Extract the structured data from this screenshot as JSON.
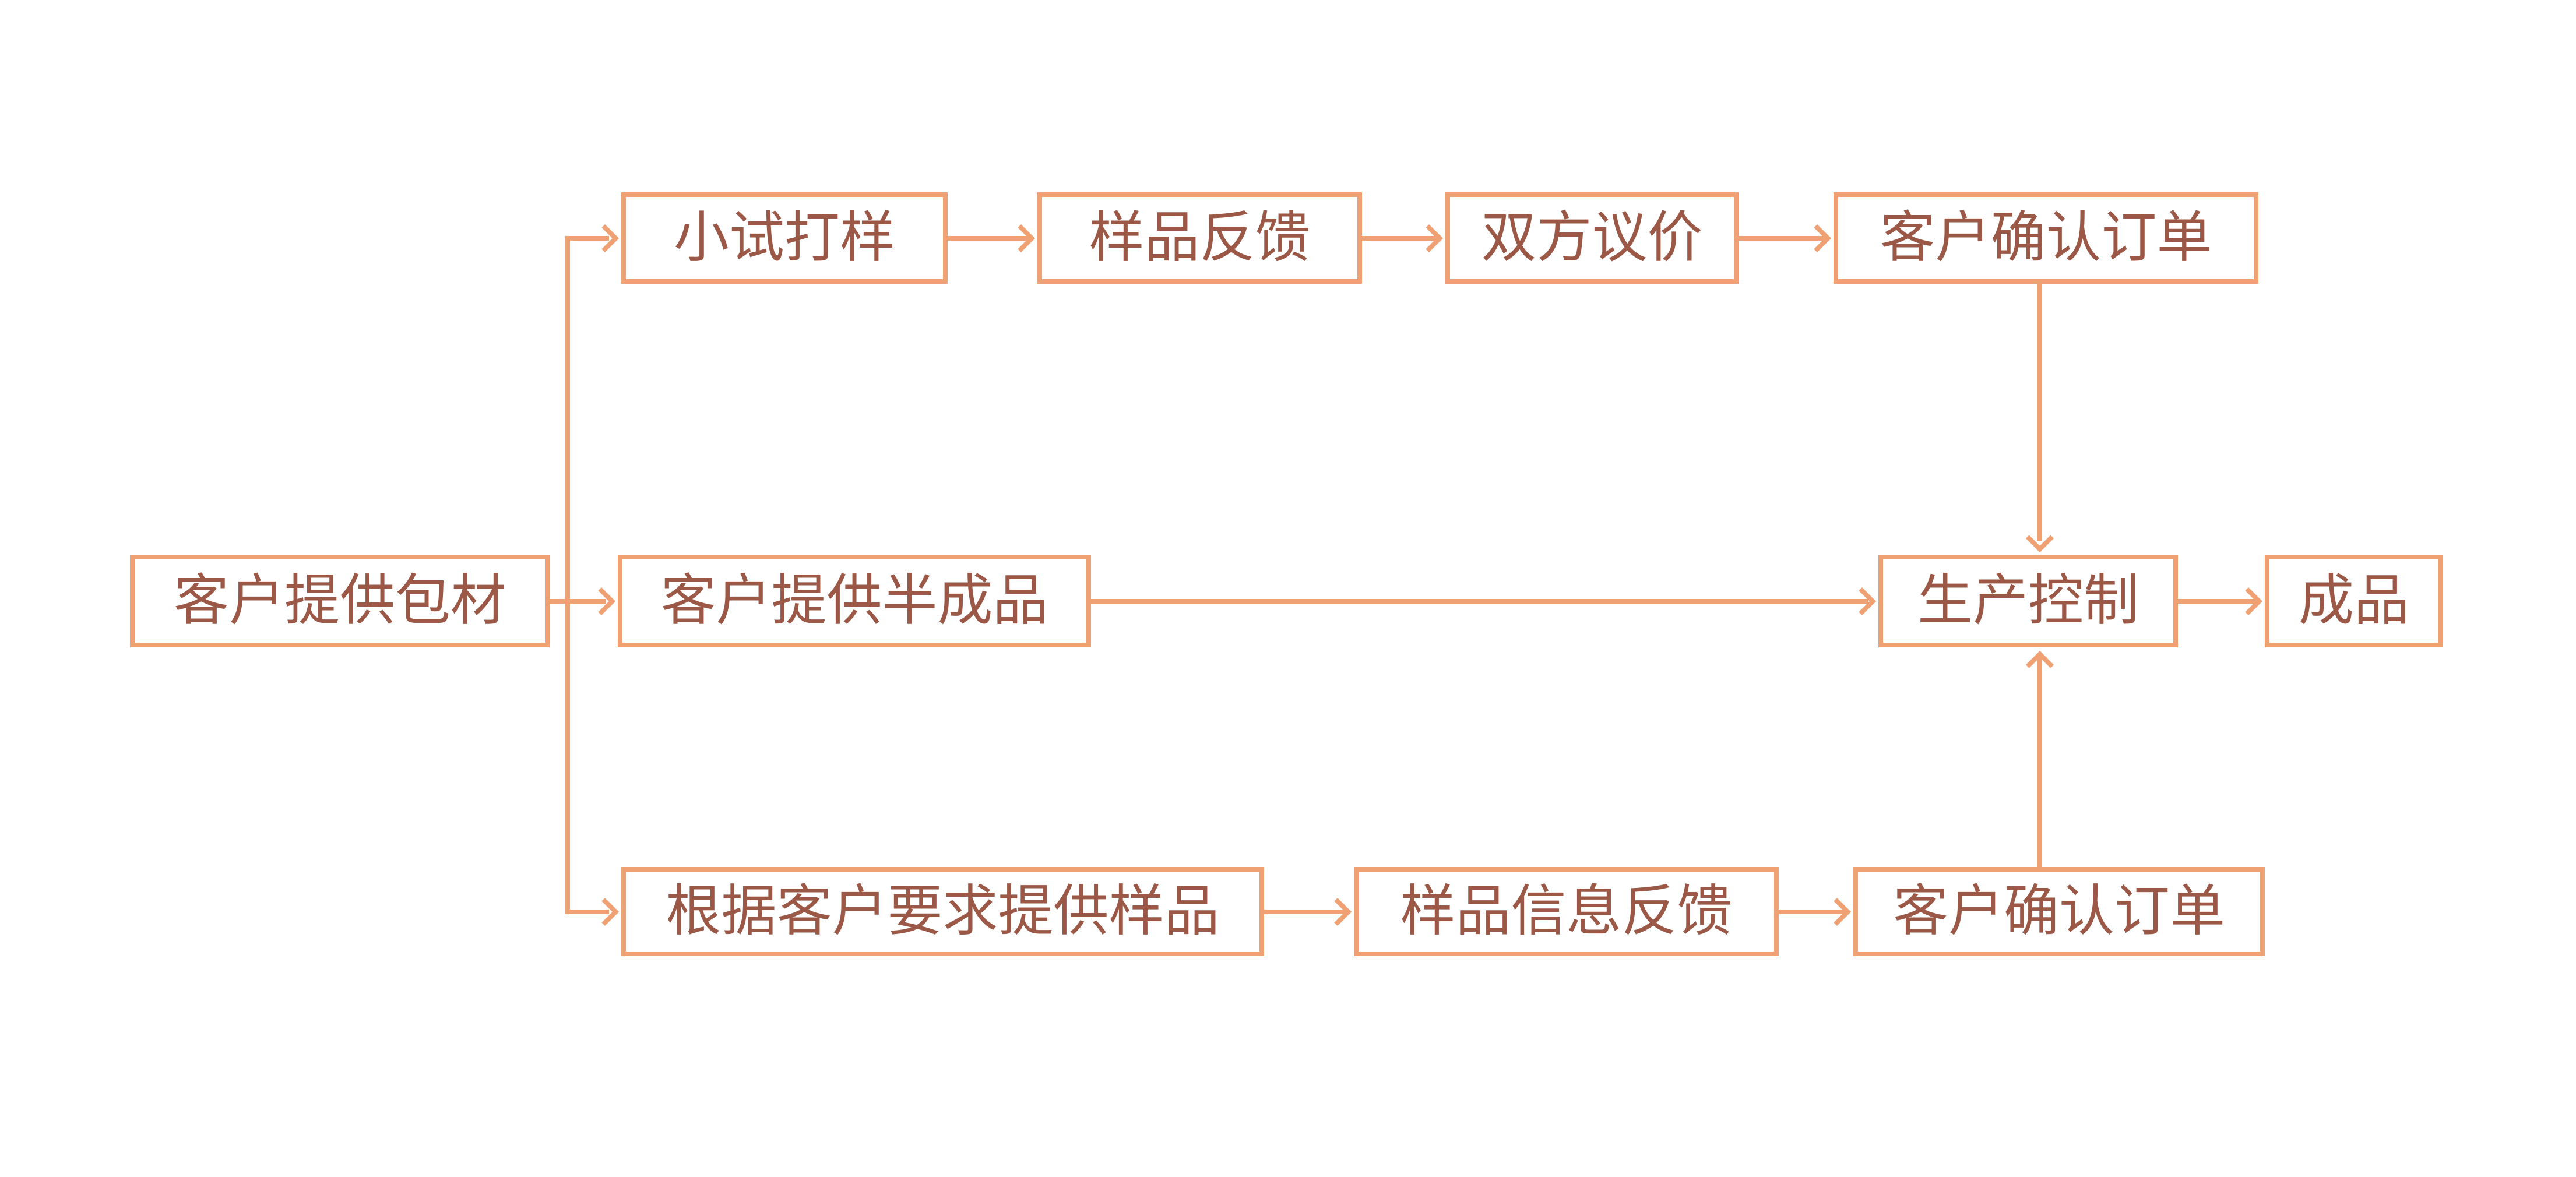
{
  "diagram": {
    "title": "order-production-flowchart",
    "colors": {
      "accent": "#F0A173",
      "text": "#9B5846",
      "background": "#FFFFFF"
    },
    "nodes": [
      {
        "id": "customer-packaging",
        "label": "客户提供包材"
      },
      {
        "id": "trial-sampling",
        "label": "小试打样"
      },
      {
        "id": "sample-feedback",
        "label": "样品反馈"
      },
      {
        "id": "price-negotiation",
        "label": "双方议价"
      },
      {
        "id": "order-confirm-top",
        "label": "客户确认订单"
      },
      {
        "id": "semi-finished-supply",
        "label": "客户提供半成品"
      },
      {
        "id": "production-control",
        "label": "生产控制"
      },
      {
        "id": "finished-product",
        "label": "成品"
      },
      {
        "id": "sample-per-request",
        "label": "根据客户要求提供样品"
      },
      {
        "id": "sample-info-feedback",
        "label": "样品信息反馈"
      },
      {
        "id": "order-confirm-bottom",
        "label": "客户确认订单"
      }
    ],
    "edges": [
      {
        "from": "customer-packaging",
        "to": "trial-sampling"
      },
      {
        "from": "customer-packaging",
        "to": "semi-finished-supply"
      },
      {
        "from": "customer-packaging",
        "to": "sample-per-request"
      },
      {
        "from": "trial-sampling",
        "to": "sample-feedback"
      },
      {
        "from": "sample-feedback",
        "to": "price-negotiation"
      },
      {
        "from": "price-negotiation",
        "to": "order-confirm-top"
      },
      {
        "from": "order-confirm-top",
        "to": "production-control"
      },
      {
        "from": "semi-finished-supply",
        "to": "production-control"
      },
      {
        "from": "sample-per-request",
        "to": "sample-info-feedback"
      },
      {
        "from": "sample-info-feedback",
        "to": "order-confirm-bottom"
      },
      {
        "from": "order-confirm-bottom",
        "to": "production-control"
      },
      {
        "from": "production-control",
        "to": "finished-product"
      }
    ]
  }
}
